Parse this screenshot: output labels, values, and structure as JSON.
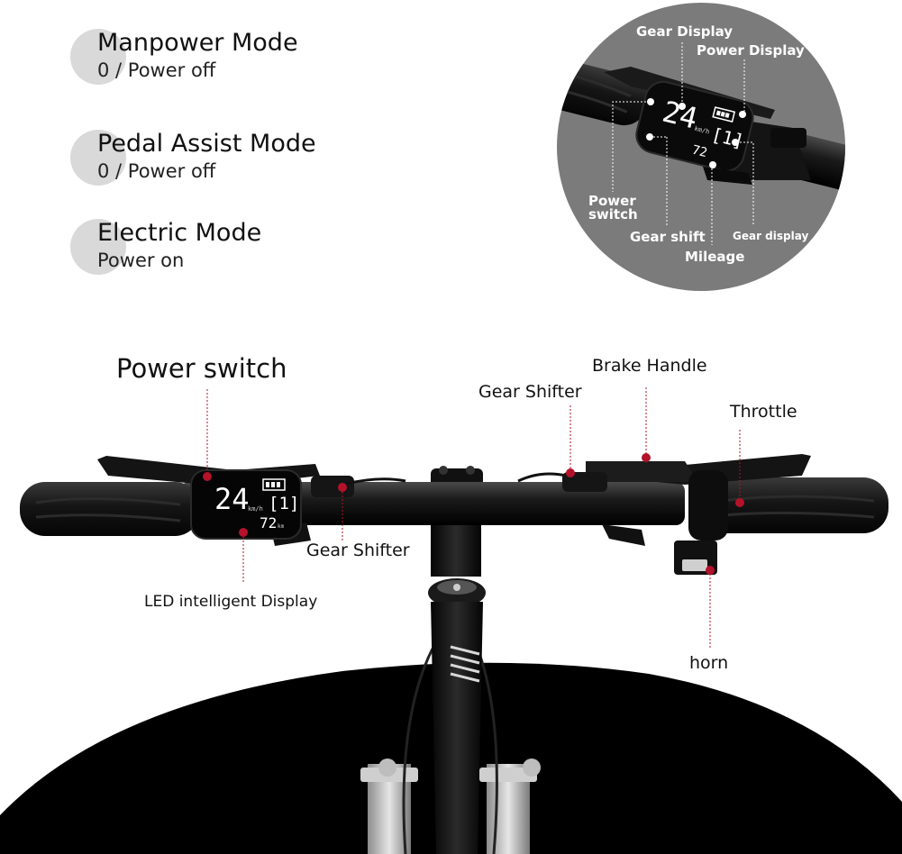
{
  "modes": [
    {
      "title": "Manpower Mode",
      "subtitle": "0 / Power off"
    },
    {
      "title": "Pedal Assist Mode",
      "subtitle": "0 / Power off"
    },
    {
      "title": "Electric Mode",
      "subtitle": "Power on"
    }
  ],
  "inset": {
    "gear_display_top": "Gear Display",
    "power_display": "Power Display",
    "power_switch": "Power\nswitch",
    "gear_shift": "Gear shift",
    "gear_display_bottom": "Gear display",
    "mileage": "Mileage"
  },
  "display": {
    "speed": "24",
    "speed_unit": "km/h",
    "gear": "[1]",
    "mileage": "72",
    "mileage_unit": "km"
  },
  "labels": {
    "power_switch": "Power switch",
    "brake_handle": "Brake Handle",
    "gear_shifter_right": "Gear Shifter",
    "throttle": "Throttle",
    "gear_shifter_left": "Gear Shifter",
    "led_display": "LED intelligent Display",
    "horn": "horn"
  },
  "colors": {
    "marker": "#b3122a",
    "inset_bg": "#7b7b7b",
    "mode_dot": "#d9d9d9"
  }
}
